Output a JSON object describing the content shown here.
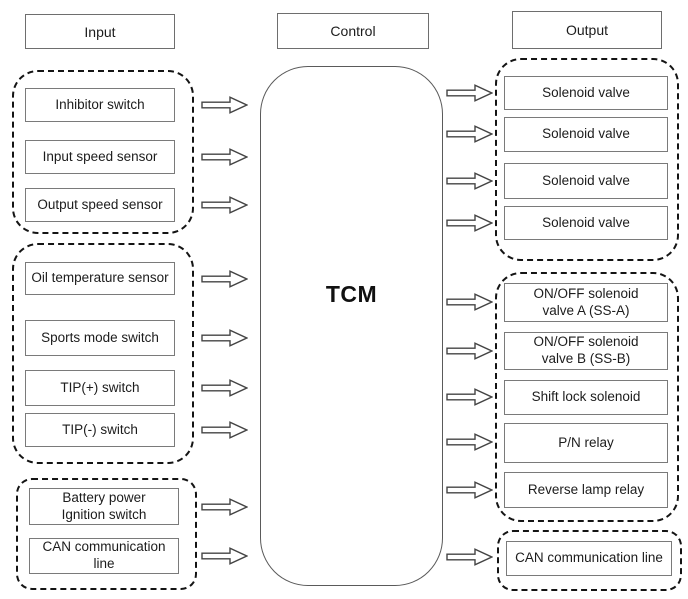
{
  "headers": {
    "input": "Input",
    "control": "Control",
    "output": "Output"
  },
  "control_unit": {
    "label": "TCM"
  },
  "inputs": {
    "group1": [
      "Inhibitor switch",
      "Input speed sensor",
      "Output speed sensor"
    ],
    "group2": [
      "Oil temperature sensor",
      "Sports mode switch",
      "TIP(+) switch",
      "TIP(-) switch"
    ],
    "group3": [
      "Battery power\nIgnition switch",
      "CAN communication\nline"
    ]
  },
  "outputs": {
    "group1": [
      "Solenoid valve",
      "Solenoid valve",
      "Solenoid valve",
      "Solenoid valve"
    ],
    "group2": [
      "ON/OFF solenoid\nvalve A (SS-A)",
      "ON/OFF solenoid\nvalve B (SS-B)",
      "Shift lock solenoid",
      "P/N relay",
      "Reverse lamp relay"
    ],
    "group3": [
      "CAN communication line"
    ]
  },
  "colors": {
    "background": "#ffffff",
    "box_border": "#7a7a7a",
    "dashed_border": "#141414",
    "arrow_outline": "#444444"
  }
}
